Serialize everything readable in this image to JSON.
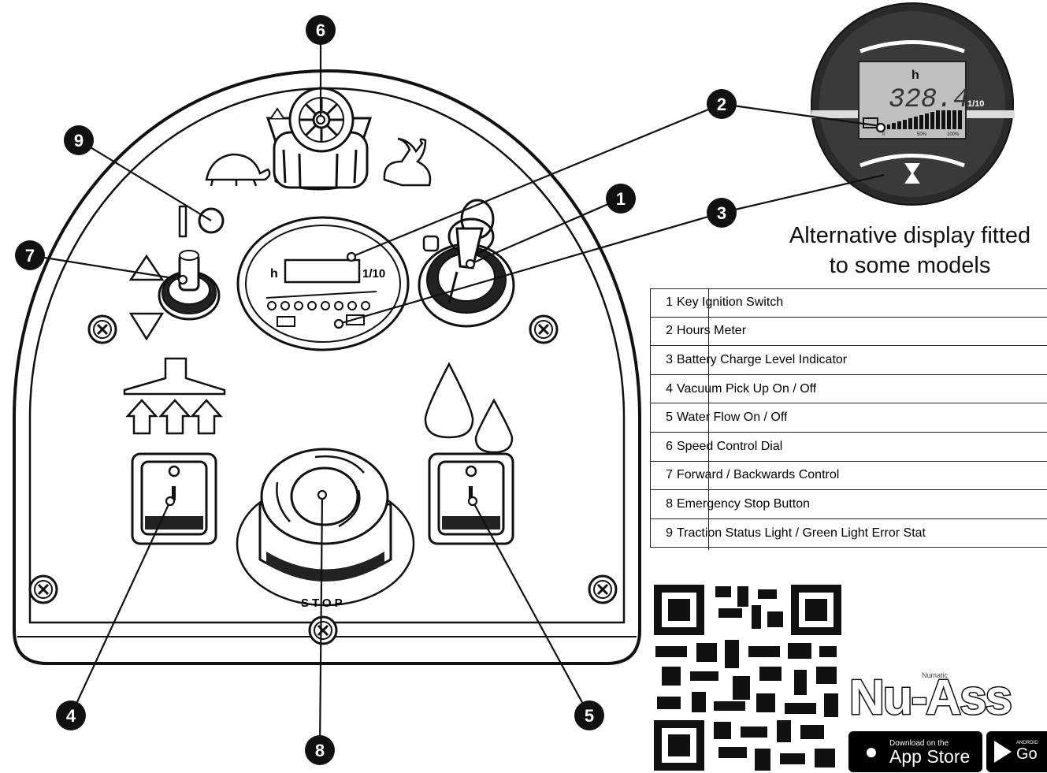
{
  "callouts": [
    "1",
    "2",
    "3",
    "4",
    "5",
    "6",
    "7",
    "8",
    "9"
  ],
  "panel": {
    "hours_label": "h",
    "tenths_label": "1/10",
    "stop_label": "STOP",
    "switch_off": "O",
    "switch_on": "I"
  },
  "alt_display": {
    "hours_label": "h",
    "reading": "328.4",
    "tenths_label": "1/10",
    "scale_0": "0",
    "scale_50": "50%",
    "scale_100": "100%",
    "caption_line1": "Alternative display fitted",
    "caption_line2": "to some models"
  },
  "legend": [
    {
      "num": "1",
      "text": "Key Ignition Switch"
    },
    {
      "num": "2",
      "text": "Hours Meter"
    },
    {
      "num": "3",
      "text": "Battery Charge Level Indicator"
    },
    {
      "num": "4",
      "text": "Vacuum Pick Up On / Off"
    },
    {
      "num": "5",
      "text": "Water Flow On / Off"
    },
    {
      "num": "6",
      "text": "Speed Control Dial"
    },
    {
      "num": "7",
      "text": "Forward / Backwards Control"
    },
    {
      "num": "8",
      "text": "Emergency Stop Button"
    },
    {
      "num": "9",
      "text": "Traction Status Light / Green Light Error Stat"
    }
  ],
  "brand": {
    "tagline": "Numatic",
    "name": "Nu-Ass"
  },
  "app_store": {
    "sub": "Download on the",
    "main": "App Store"
  },
  "google_play": {
    "sub": "ANDROID",
    "main": "Go"
  },
  "icons": [
    "tortoise-icon",
    "hare-icon",
    "up-arrow-icon",
    "down-arrow-icon",
    "vacuum-icon",
    "water-drop-icon",
    "battery-icon",
    "hourglass-icon",
    "key-icon",
    "screw-icon",
    "qr-code-icon",
    "apple-icon",
    "google-play-icon"
  ]
}
